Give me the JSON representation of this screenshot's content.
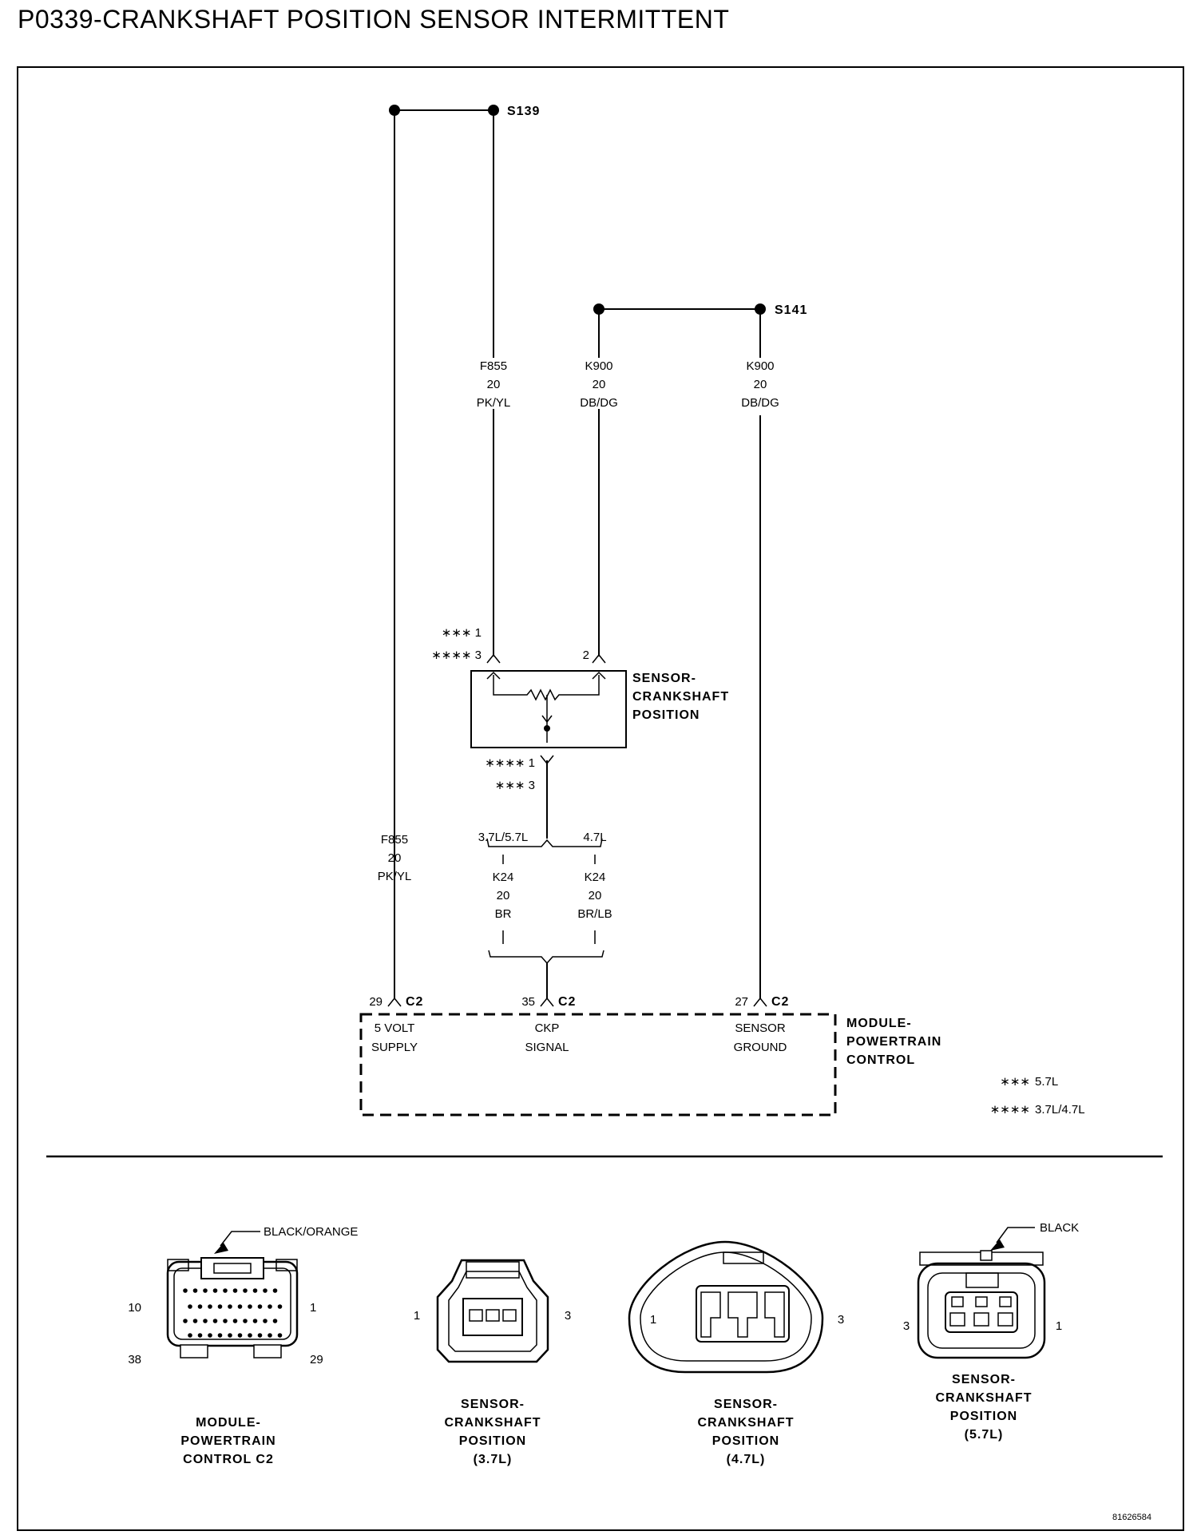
{
  "title": "P0339-CRANKSHAFT POSITION SENSOR INTERMITTENT",
  "splices": {
    "s139": "S139",
    "s141": "S141"
  },
  "wires": {
    "f855_top": {
      "circuit": "F855",
      "gauge": "20",
      "color": "PK/YL"
    },
    "k900_left": {
      "circuit": "K900",
      "gauge": "20",
      "color": "DB/DG"
    },
    "k900_right": {
      "circuit": "K900",
      "gauge": "20",
      "color": "DB/DG"
    },
    "f855_bottom": {
      "circuit": "F855",
      "gauge": "20",
      "color": "PK/YL"
    },
    "k24_left": {
      "circuit": "K24",
      "gauge": "20",
      "color": "BR"
    },
    "k24_right": {
      "circuit": "K24",
      "gauge": "20",
      "color": "BR/LB"
    }
  },
  "sensor": {
    "name_lines": [
      "SENSOR-",
      "CRANKSHAFT",
      "POSITION"
    ],
    "pin_top_left_a": "∗∗∗ 1",
    "pin_top_left_b": "∗∗∗∗ 3",
    "pin_top_right": "2",
    "pin_bottom_a": "∗∗∗∗ 1",
    "pin_bottom_b": "∗∗∗ 3"
  },
  "branch_labels": {
    "left": "3.7L/5.7L",
    "right": "4.7L"
  },
  "pcm": {
    "name_lines": [
      "MODULE-",
      "POWERTRAIN",
      "CONTROL"
    ],
    "pins": [
      {
        "pin": "29",
        "connector": "C2",
        "label_lines": [
          "5 VOLT",
          "SUPPLY"
        ]
      },
      {
        "pin": "35",
        "connector": "C2",
        "label_lines": [
          "CKP",
          "SIGNAL"
        ]
      },
      {
        "pin": "27",
        "connector": "C2",
        "label_lines": [
          "SENSOR",
          "GROUND"
        ]
      }
    ]
  },
  "legend": [
    {
      "key": "∗∗∗",
      "value": "5.7L"
    },
    {
      "key": "∗∗∗∗",
      "value": "3.7L/4.7L"
    }
  ],
  "connector_views": [
    {
      "name_lines": [
        "MODULE-",
        "POWERTRAIN",
        "CONTROL C2"
      ],
      "color_label": "BLACK/ORANGE",
      "pins": [
        "10",
        "1",
        "38",
        "29"
      ]
    },
    {
      "name_lines": [
        "SENSOR-",
        "CRANKSHAFT",
        "POSITION",
        "(3.7L)"
      ],
      "pins": [
        "1",
        "3"
      ]
    },
    {
      "name_lines": [
        "SENSOR-",
        "CRANKSHAFT",
        "POSITION",
        "(4.7L)"
      ],
      "pins": [
        "1",
        "3"
      ]
    },
    {
      "name_lines": [
        "SENSOR-",
        "CRANKSHAFT",
        "POSITION",
        "(5.7L)"
      ],
      "color_label": "BLACK",
      "pins": [
        "3",
        "1"
      ]
    }
  ],
  "figure_id": "81626584"
}
